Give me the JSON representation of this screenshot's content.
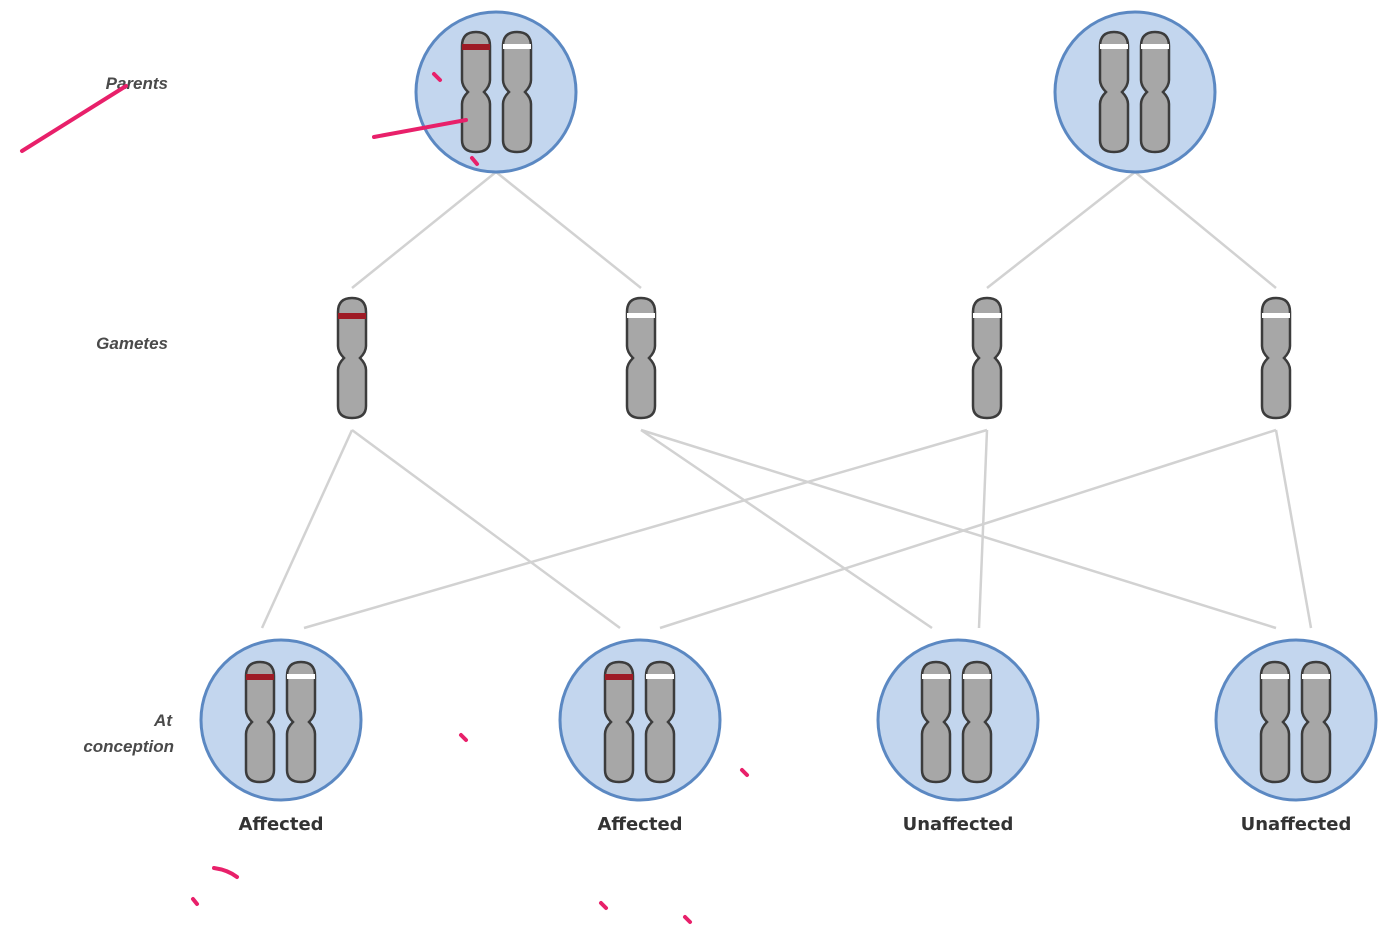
{
  "labels": {
    "parents": "Parents",
    "gametes": "Gametes",
    "conception_line1": "At",
    "conception_line2": "conception"
  },
  "outcomes": [
    "Affected",
    "Affected",
    "Unaffected",
    "Unaffected"
  ],
  "colors": {
    "cell_fill": "#c3d6ee",
    "cell_stroke": "#5b88c2",
    "chromosome_fill": "#a7a7a7",
    "chromosome_stroke": "#3c3c3c",
    "mutant_band": "#9e1b25",
    "normal_band": "#ffffff",
    "connector": "#d2d2d2",
    "annotation_ink": "#e8206a"
  },
  "icons": {
    "cell": "cell-circle-icon",
    "chromosome_normal": "chromosome-normal-icon",
    "chromosome_mutant": "chromosome-mutant-icon"
  }
}
